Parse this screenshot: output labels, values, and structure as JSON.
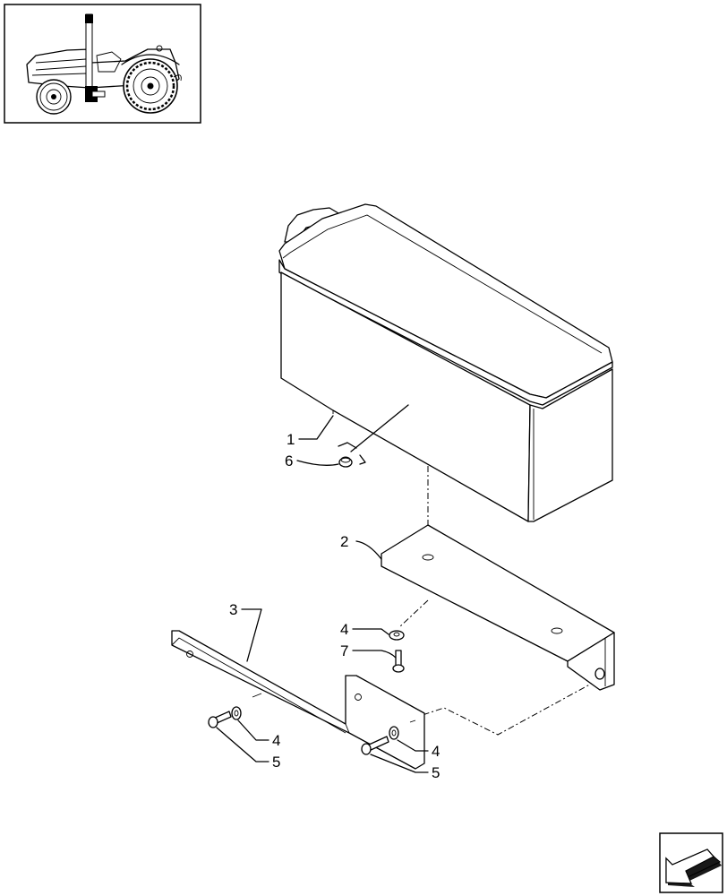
{
  "callouts": [
    {
      "id": "c1",
      "label": "1"
    },
    {
      "id": "c2",
      "label": "2"
    },
    {
      "id": "c3",
      "label": "3"
    },
    {
      "id": "c4a",
      "label": "4"
    },
    {
      "id": "c4b",
      "label": "4"
    },
    {
      "id": "c4c",
      "label": "4"
    },
    {
      "id": "c5a",
      "label": "5"
    },
    {
      "id": "c5b",
      "label": "5"
    },
    {
      "id": "c6",
      "label": "6"
    },
    {
      "id": "c7",
      "label": "7"
    }
  ],
  "icons": {
    "thumbnail": "tractor-thumbnail-icon",
    "nav": "next-page-arrow-icon"
  }
}
